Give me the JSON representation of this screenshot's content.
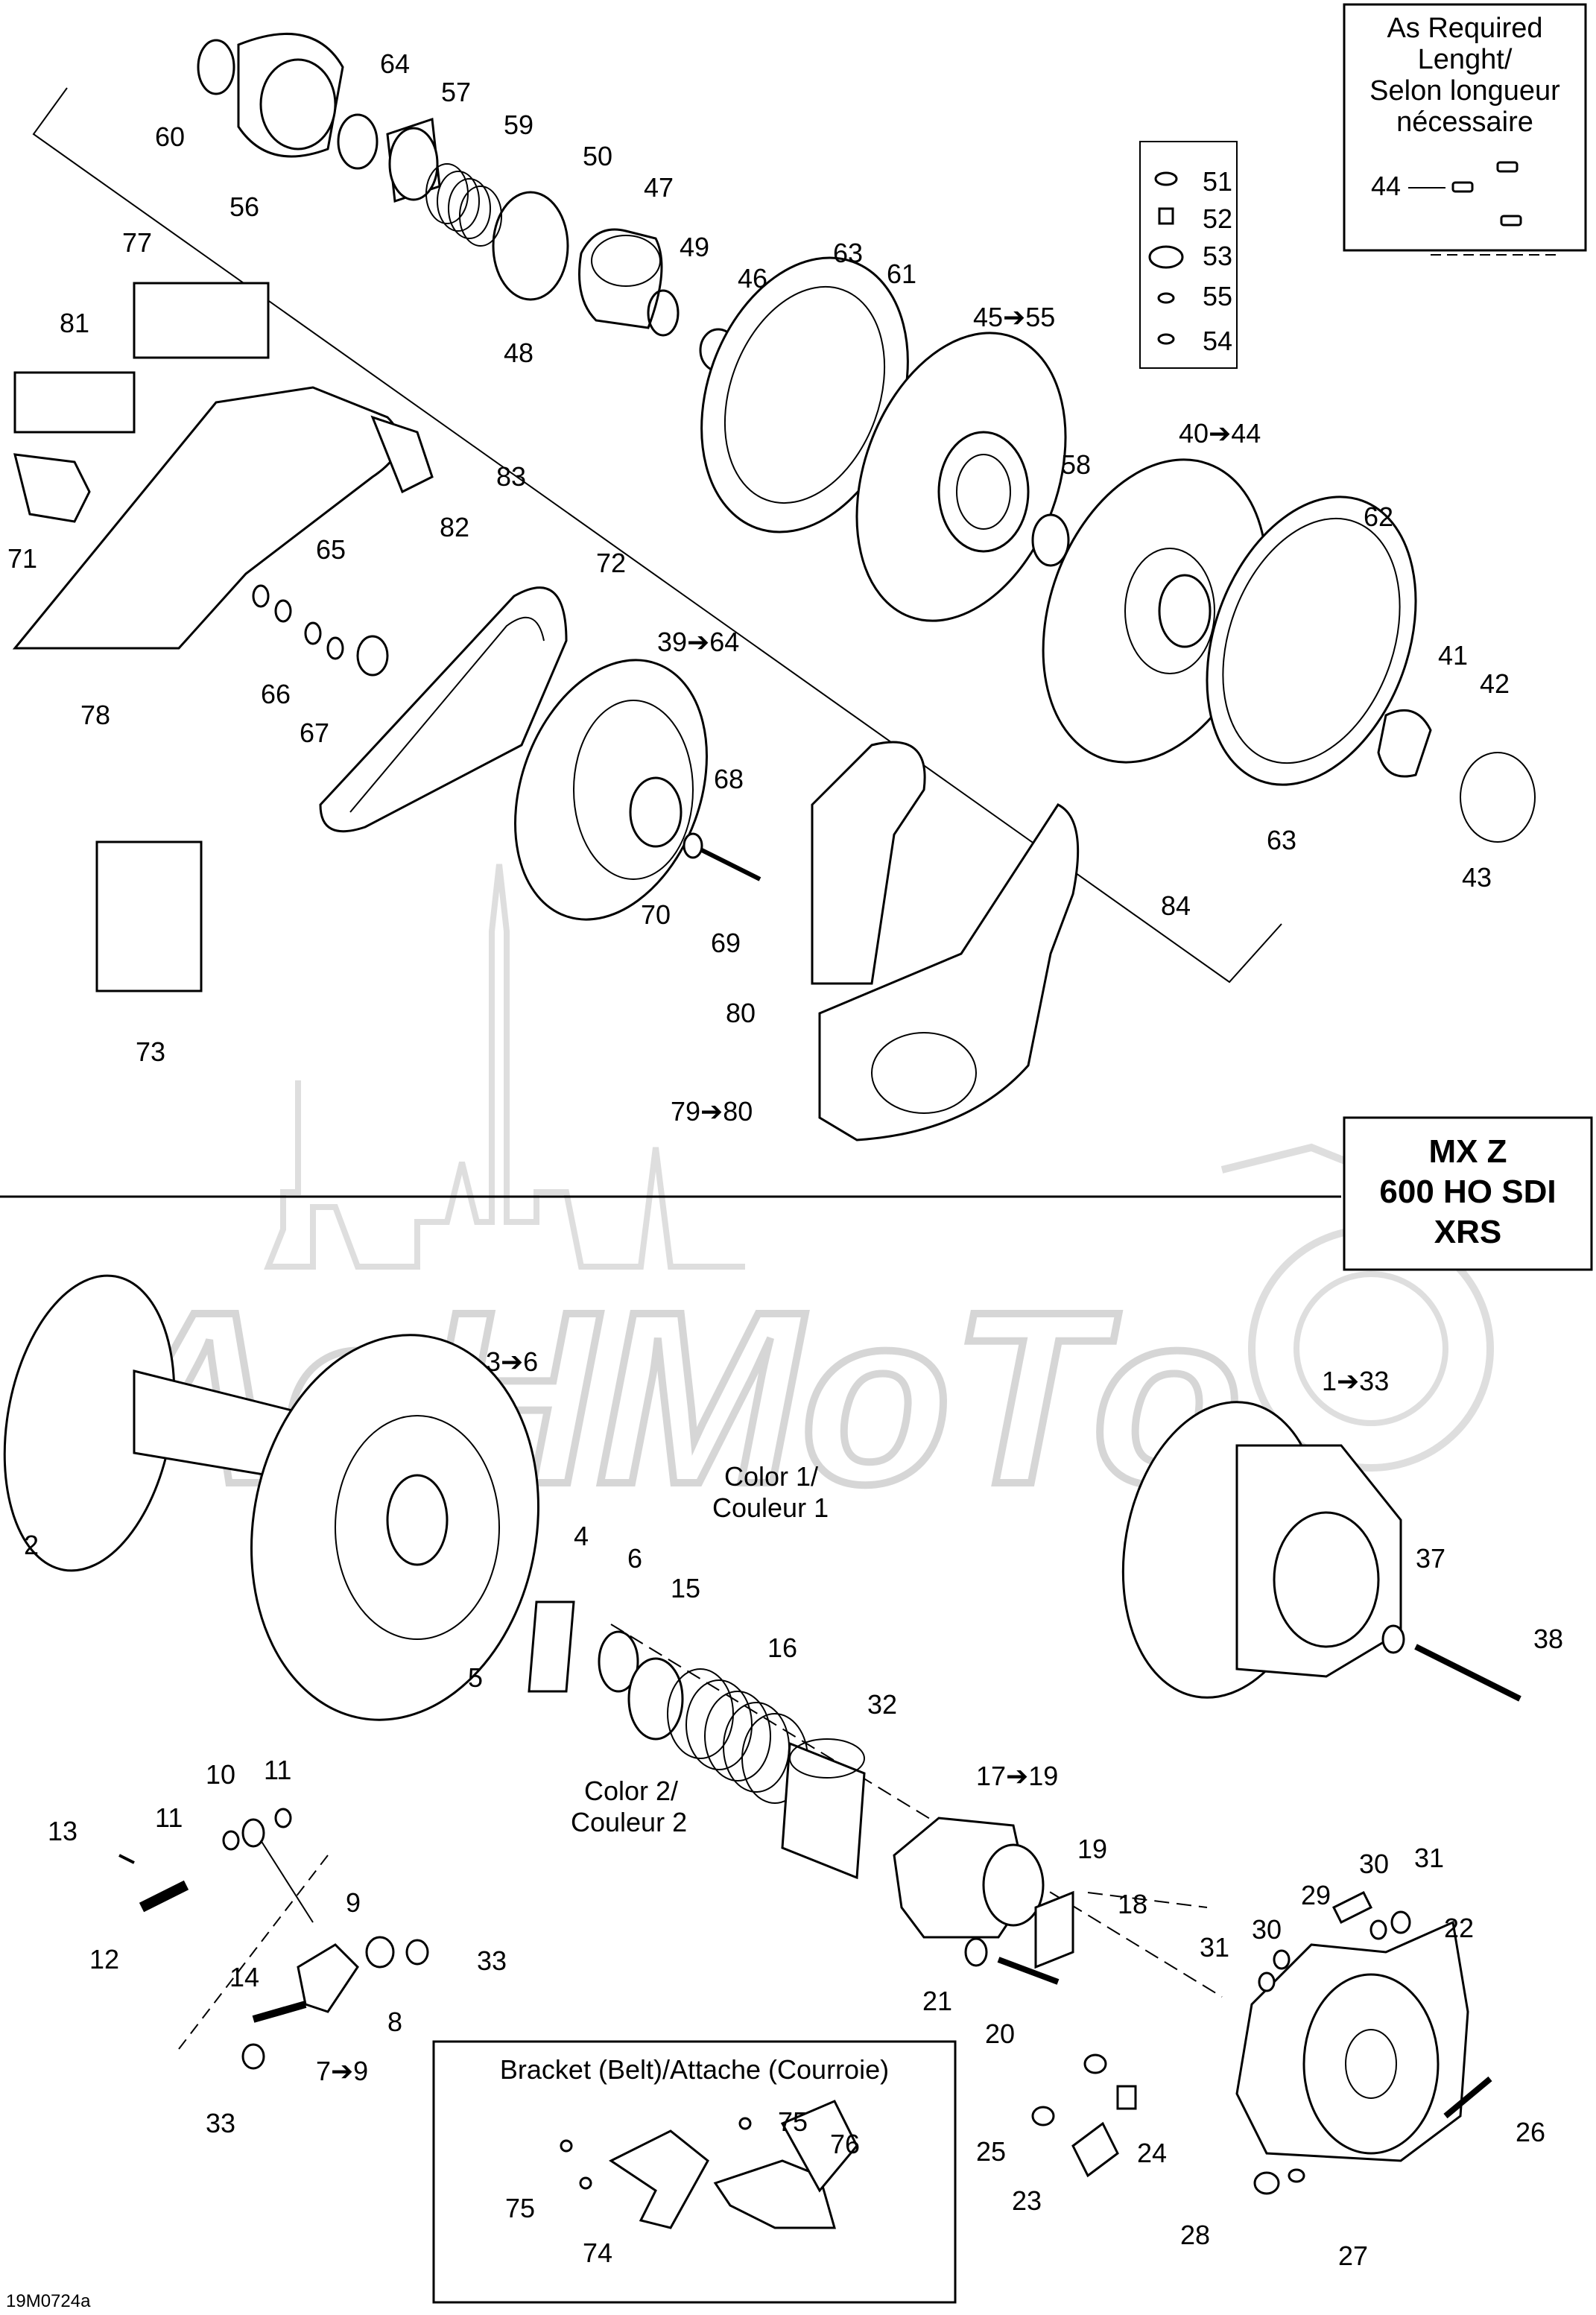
{
  "diagram_ref": "19M0724a",
  "model_box": {
    "line1": "MX Z",
    "line2": "600 HO SDI",
    "line3": "XRS"
  },
  "as_required_box": {
    "line1": "As Required",
    "line2": "Lenght/",
    "line3": "Selon longueur",
    "line4": "nécessaire",
    "part": "44"
  },
  "bracket_box": {
    "title": "Bracket (Belt)/Attache (Courroie)"
  },
  "watermark": "AeHMoTo",
  "colors": {
    "line": "#000000",
    "watermark": "#d6d6d6",
    "background": "#ffffff"
  },
  "callouts": [
    {
      "text": "60"
    },
    {
      "text": "64"
    },
    {
      "text": "57"
    },
    {
      "text": "59"
    },
    {
      "text": "56"
    },
    {
      "text": "50"
    },
    {
      "text": "47"
    },
    {
      "text": "49"
    },
    {
      "text": "63"
    },
    {
      "text": "46"
    },
    {
      "text": "61"
    },
    {
      "text": "48"
    },
    {
      "text": "45➔55"
    },
    {
      "text": "51"
    },
    {
      "text": "52"
    },
    {
      "text": "53"
    },
    {
      "text": "55"
    },
    {
      "text": "54"
    },
    {
      "text": "77"
    },
    {
      "text": "81"
    },
    {
      "text": "83"
    },
    {
      "text": "82"
    },
    {
      "text": "40➔44"
    },
    {
      "text": "58"
    },
    {
      "text": "71"
    },
    {
      "text": "65"
    },
    {
      "text": "72"
    },
    {
      "text": "62"
    },
    {
      "text": "39➔64"
    },
    {
      "text": "66"
    },
    {
      "text": "67"
    },
    {
      "text": "78"
    },
    {
      "text": "41"
    },
    {
      "text": "42"
    },
    {
      "text": "68"
    },
    {
      "text": "63"
    },
    {
      "text": "43"
    },
    {
      "text": "84"
    },
    {
      "text": "70"
    },
    {
      "text": "69"
    },
    {
      "text": "80"
    },
    {
      "text": "73"
    },
    {
      "text": "79➔80"
    },
    {
      "text": "3➔6"
    },
    {
      "text": "1➔33"
    },
    {
      "text": "2"
    },
    {
      "text": "Color 1/"
    },
    {
      "text": "Couleur 1"
    },
    {
      "text": "4"
    },
    {
      "text": "6"
    },
    {
      "text": "15"
    },
    {
      "text": "37"
    },
    {
      "text": "5"
    },
    {
      "text": "16"
    },
    {
      "text": "38"
    },
    {
      "text": "32"
    },
    {
      "text": "10"
    },
    {
      "text": "11"
    },
    {
      "text": "11"
    },
    {
      "text": "Color 2/"
    },
    {
      "text": "Couleur 2"
    },
    {
      "text": "17➔19"
    },
    {
      "text": "13"
    },
    {
      "text": "19"
    },
    {
      "text": "9"
    },
    {
      "text": "18"
    },
    {
      "text": "31"
    },
    {
      "text": "30"
    },
    {
      "text": "29"
    },
    {
      "text": "22"
    },
    {
      "text": "12"
    },
    {
      "text": "33"
    },
    {
      "text": "30"
    },
    {
      "text": "31"
    },
    {
      "text": "14"
    },
    {
      "text": "8"
    },
    {
      "text": "21"
    },
    {
      "text": "7➔9"
    },
    {
      "text": "20"
    },
    {
      "text": "75"
    },
    {
      "text": "76"
    },
    {
      "text": "33"
    },
    {
      "text": "25"
    },
    {
      "text": "24"
    },
    {
      "text": "26"
    },
    {
      "text": "75"
    },
    {
      "text": "23"
    },
    {
      "text": "74"
    },
    {
      "text": "28"
    },
    {
      "text": "27"
    }
  ]
}
